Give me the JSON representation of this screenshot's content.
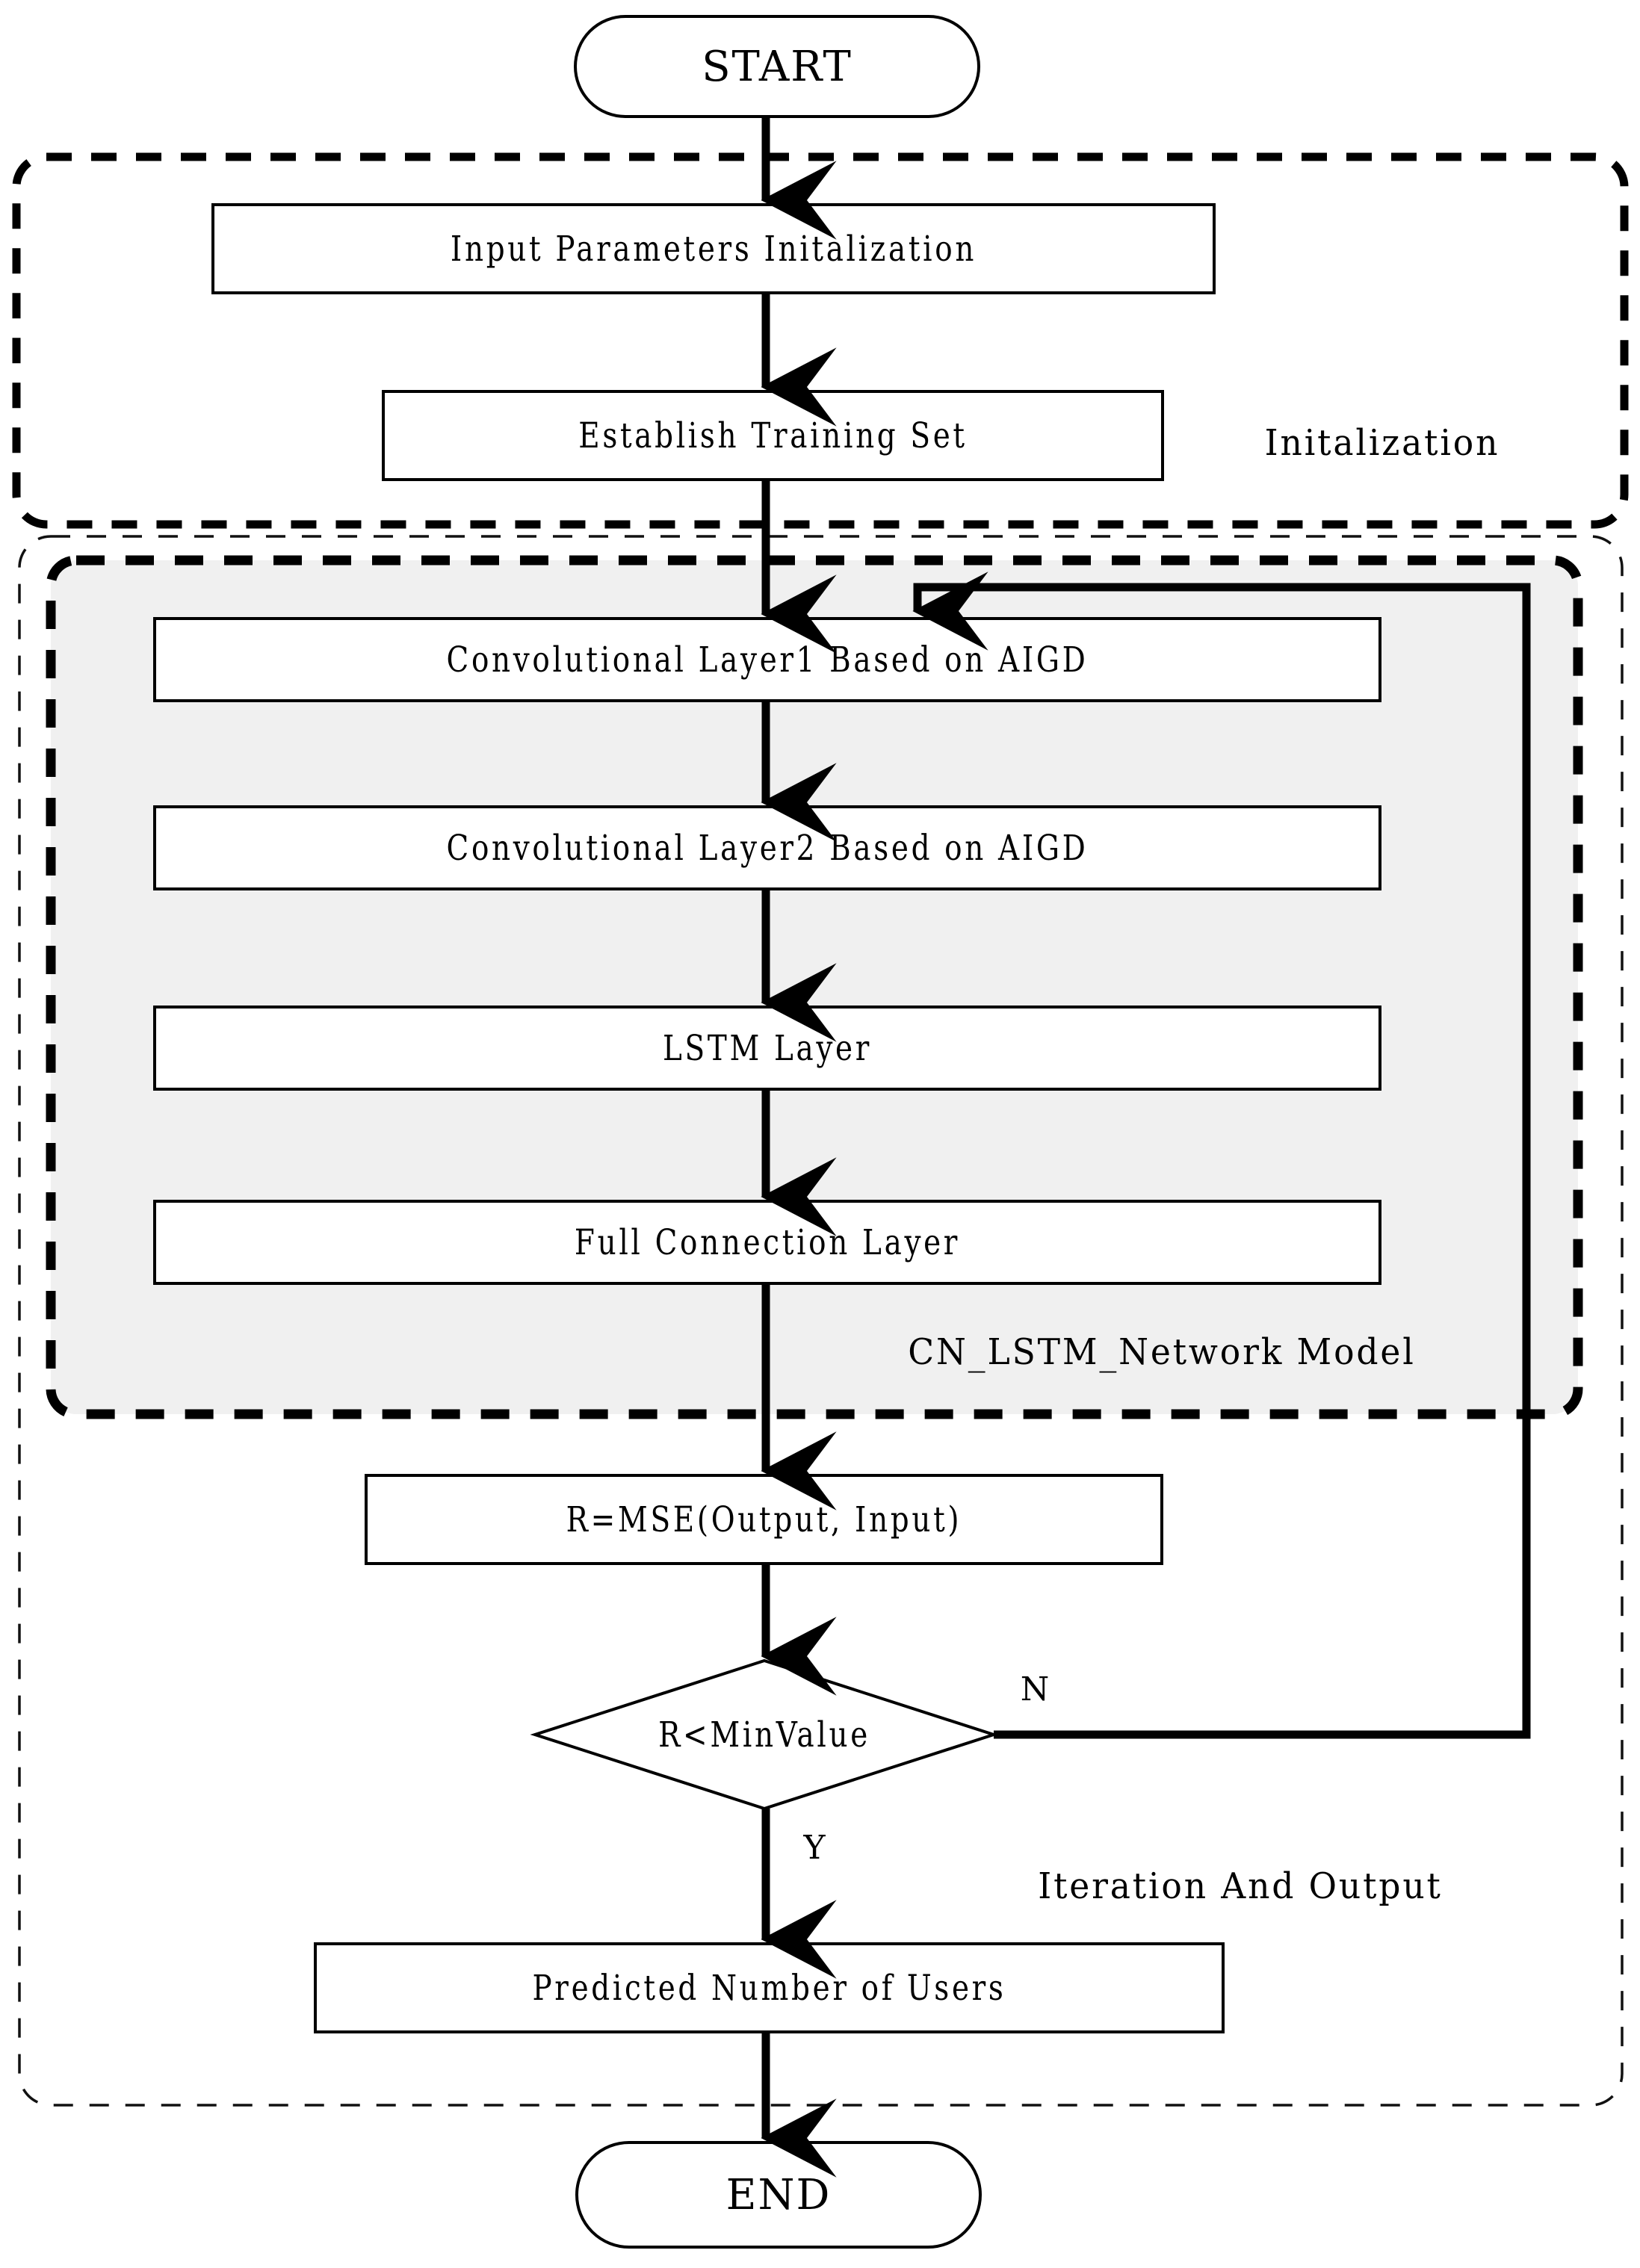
{
  "diagram": {
    "title": "CN_LSTM Network Prediction Flowchart",
    "type": "flowchart",
    "background_color": "#ffffff",
    "stroke_color": "#000000",
    "group_fill_color": "#f0f0f0"
  },
  "terminals": {
    "start": "START",
    "end": "END"
  },
  "groups": {
    "initialization": {
      "label": "Initalization",
      "border_style": "dashed-thick"
    },
    "model": {
      "label": "CN_LSTM_Network Model",
      "border_style": "dashed-thick",
      "fill": "#f0f0f0"
    },
    "iteration": {
      "label": "Iteration And Output",
      "border_style": "dashed-thin"
    }
  },
  "processes": {
    "input_params": "Input Parameters Initalization",
    "training_set": "Establish Training Set",
    "conv1": "Convolutional Layer1 Based on AIGD",
    "conv2": "Convolutional Layer2 Based on AIGD",
    "lstm": "LSTM Layer",
    "fc": "Full Connection Layer",
    "mse": "R=MSE(Output, Input)",
    "predicted": "Predicted Number of Users"
  },
  "decision": {
    "condition": "R<MinValue",
    "no_label": "N",
    "yes_label": "Y"
  },
  "edges": [
    {
      "from": "start",
      "to": "input_params",
      "label": ""
    },
    {
      "from": "input_params",
      "to": "training_set",
      "label": ""
    },
    {
      "from": "training_set",
      "to": "conv1",
      "label": ""
    },
    {
      "from": "conv1",
      "to": "conv2",
      "label": ""
    },
    {
      "from": "conv2",
      "to": "lstm",
      "label": ""
    },
    {
      "from": "lstm",
      "to": "fc",
      "label": ""
    },
    {
      "from": "fc",
      "to": "mse",
      "label": ""
    },
    {
      "from": "mse",
      "to": "decision",
      "label": ""
    },
    {
      "from": "decision",
      "to": "predicted",
      "label": "Y"
    },
    {
      "from": "decision",
      "to": "conv1",
      "label": "N"
    },
    {
      "from": "predicted",
      "to": "end",
      "label": ""
    }
  ]
}
